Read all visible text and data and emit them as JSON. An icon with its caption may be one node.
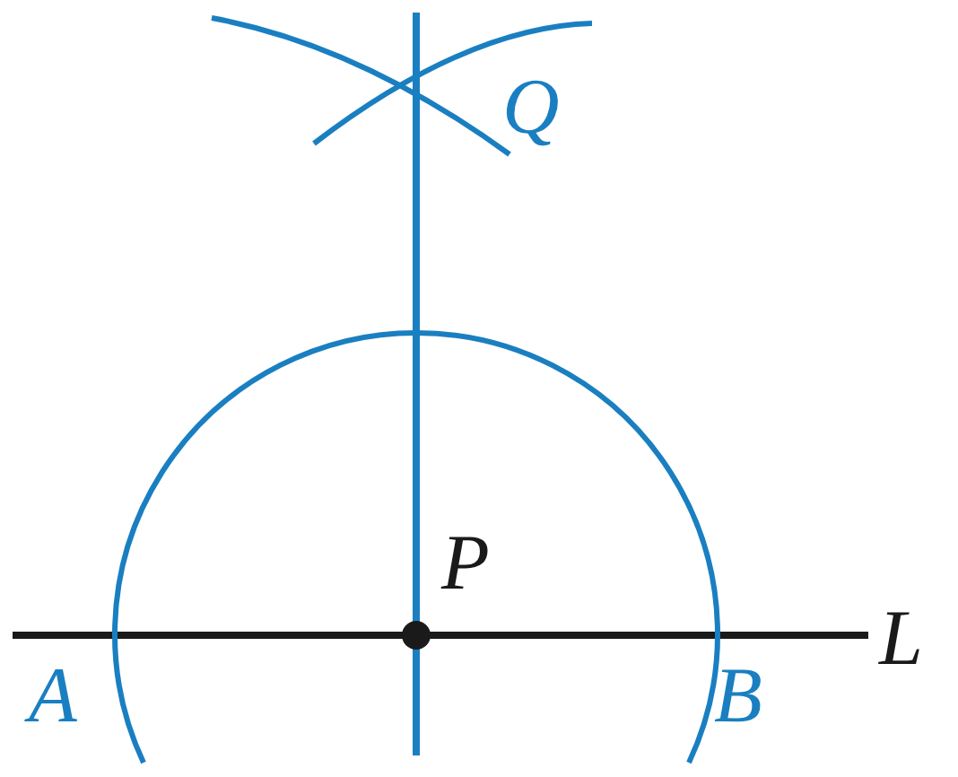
{
  "diagram": {
    "labels": [
      "Q",
      "P",
      "L",
      "A",
      "B"
    ]
  }
}
